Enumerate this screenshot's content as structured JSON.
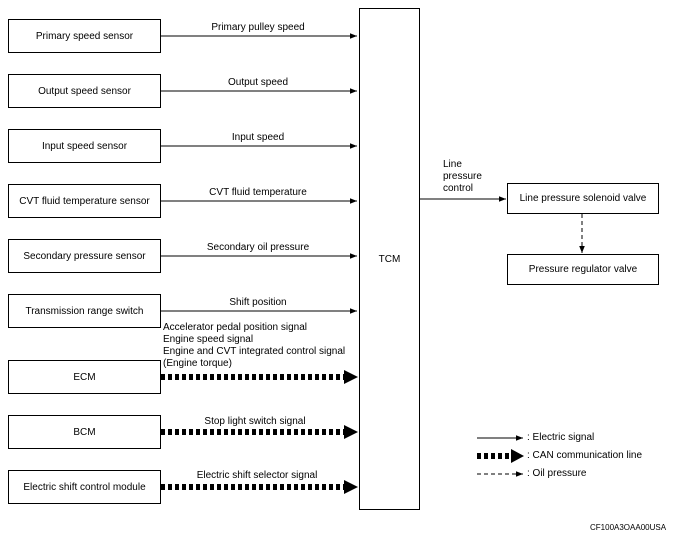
{
  "inputs": [
    {
      "name": "Primary speed sensor",
      "signal": "Primary pulley speed",
      "line": "electric"
    },
    {
      "name": "Output speed sensor",
      "signal": "Output speed",
      "line": "electric"
    },
    {
      "name": "Input speed sensor",
      "signal": "Input speed",
      "line": "electric"
    },
    {
      "name": "CVT fluid temperature sensor",
      "signal": "CVT fluid temperature",
      "line": "electric"
    },
    {
      "name": "Secondary pressure sensor",
      "signal": "Secondary oil pressure",
      "line": "electric"
    },
    {
      "name": "Transmission range switch",
      "signal": "Shift position",
      "line": "electric"
    },
    {
      "name": "ECM",
      "signal_lines": [
        "Accelerator pedal position signal",
        "Engine speed signal",
        "Engine and CVT integrated control signal",
        "(Engine torque)"
      ],
      "line": "can"
    },
    {
      "name": "BCM",
      "signal": "Stop light switch signal",
      "line": "can"
    },
    {
      "name": "Electric shift control module",
      "signal": "Electric shift selector signal",
      "line": "can"
    }
  ],
  "tcm": {
    "label": "TCM"
  },
  "output": {
    "signal_lines": [
      "Line",
      "pressure",
      "control"
    ],
    "solenoid": "Line pressure solenoid valve",
    "regulator": "Pressure regulator valve"
  },
  "legend": {
    "electric": ": Electric signal",
    "can": ": CAN communication line",
    "oil": ": Oil pressure"
  },
  "figure_code": "CF100A3OAA00USA"
}
